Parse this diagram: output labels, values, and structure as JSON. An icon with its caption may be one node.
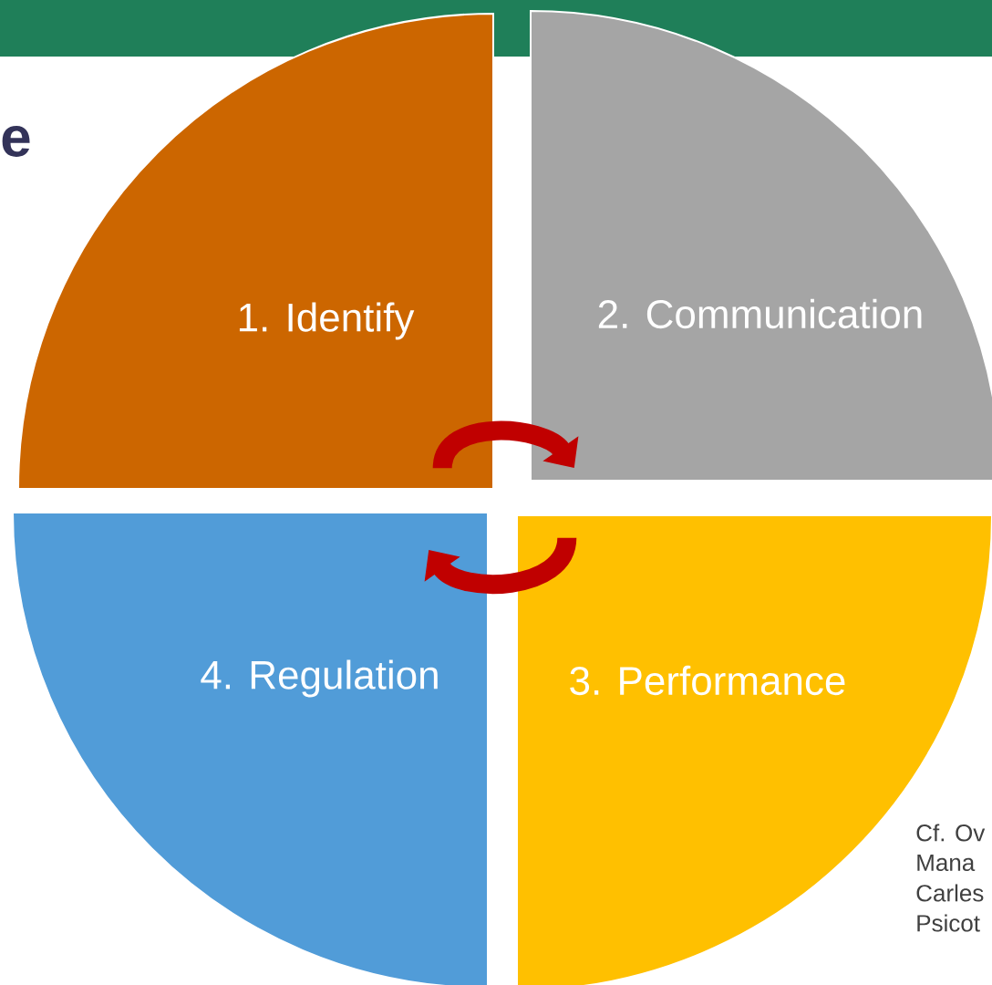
{
  "diagram": {
    "nodes": [
      {
        "text": [
          "1. Identify"
        ]
      },
      {
        "text": [
          "2. Communication"
        ]
      },
      {
        "text": [
          "3. Performance"
        ]
      },
      {
        "text": [
          "4. Regulation"
        ]
      }
    ],
    "edges": [
      {
        "from": 0,
        "to": 1,
        "arrow": "to"
      },
      {
        "from": 2,
        "to": 3,
        "arrow": "to"
      }
    ],
    "labels": [
      "e",
      "Cf. Ov",
      "Mana",
      "Carles",
      "Psicot"
    ]
  }
}
